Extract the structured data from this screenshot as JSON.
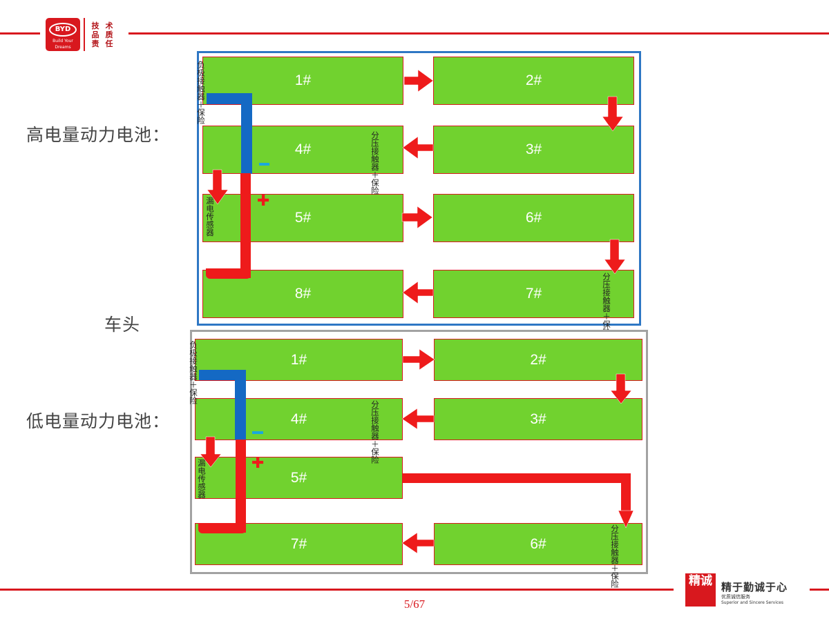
{
  "header": {
    "byd_logo": "BYD",
    "byd_logo_tagline": "Build Your Dreams",
    "seal_chars": [
      "技",
      "术",
      "品",
      "质",
      "责",
      "任"
    ]
  },
  "labels": {
    "high_battery": "高电量动力电池：",
    "low_battery": "低电量动力电池：",
    "car_head": "车头"
  },
  "high_pack": {
    "cells": [
      "1#",
      "2#",
      "3#",
      "4#",
      "5#",
      "6#",
      "7#",
      "8#"
    ],
    "neg_contactor": "负极接触器＋保险",
    "divider_contactor_1": "分压接触器＋保险",
    "current_sensor": "漏电传感器",
    "divider_contactor_2": "分压接触器＋保险",
    "minus": "−",
    "plus": "✚"
  },
  "low_pack": {
    "cells": [
      "1#",
      "2#",
      "3#",
      "4#",
      "5#",
      "6#",
      "7#"
    ],
    "neg_contactor": "负极接触器＋保险",
    "divider_contactor_1": "分压接触器＋保险",
    "current_sensor": "漏电传感器",
    "divider_contactor_2": "分压接触器＋保险",
    "minus": "−",
    "plus": "✚"
  },
  "footer": {
    "page": "5/67",
    "seal": "精诚",
    "motto": "精于勤诚于心",
    "motto_sub": "优质诚信服务",
    "motto_en": "Superior and Sincere Services"
  },
  "colors": {
    "brand_red": "#d8181e",
    "cell_green": "#71d22f",
    "arrow_red": "#ee1b1b",
    "busbar_blue": "#1469c4",
    "frame_blue": "#2e77c4",
    "frame_gray": "#a2a2a2"
  }
}
